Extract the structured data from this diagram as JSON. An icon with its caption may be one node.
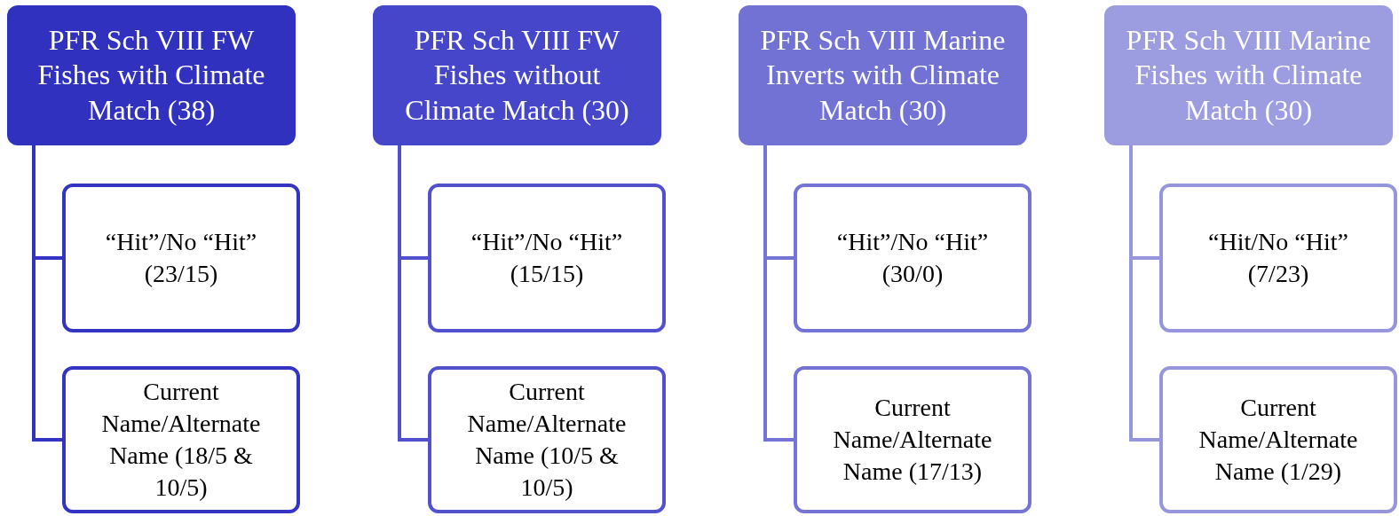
{
  "diagram": {
    "nodes": [
      {
        "text": [
          "PFR Sch VIII FW Fishes with Climate Match (38)"
        ]
      },
      {
        "text": [
          "“Hit”/No “Hit” (23/15)"
        ]
      },
      {
        "text": [
          "Current Name/Alternate Name (18/5 & 10/5)"
        ]
      },
      {
        "text": [
          "PFR Sch VIII FW Fishes without Climate Match (30)"
        ]
      },
      {
        "text": [
          "“Hit”/No “Hit” (15/15)"
        ]
      },
      {
        "text": [
          "Current Name/Alternate Name (10/5 & 10/5)"
        ]
      },
      {
        "text": [
          "PFR Sch VIII Marine Inverts with Climate Match (30)"
        ]
      },
      {
        "text": [
          "“Hit”/No “Hit” (30/0)"
        ]
      },
      {
        "text": [
          "Current Name/Alternate Name (17/13)"
        ]
      },
      {
        "text": [
          "PFR Sch VIII Marine Fishes with Climate Match (30)"
        ]
      },
      {
        "text": [
          "“Hit/No “Hit” (7/23)"
        ]
      },
      {
        "text": [
          "Current Name/Alternate Name (1/29)"
        ]
      }
    ],
    "edges": [
      {
        "from": 0,
        "to": 1,
        "arrow": "none",
        "color": "#3434c2"
      },
      {
        "from": 0,
        "to": 2,
        "arrow": "none",
        "color": "#3434c2"
      },
      {
        "from": 3,
        "to": 4,
        "arrow": "none",
        "color": "#5151d0"
      },
      {
        "from": 3,
        "to": 5,
        "arrow": "none",
        "color": "#5151d0"
      },
      {
        "from": 6,
        "to": 7,
        "arrow": "none",
        "color": "#7474d6"
      },
      {
        "from": 6,
        "to": 8,
        "arrow": "none",
        "color": "#7474d6"
      },
      {
        "from": 9,
        "to": 10,
        "arrow": "none",
        "color": "#9696dd"
      },
      {
        "from": 9,
        "to": 11,
        "arrow": "none",
        "color": "#9696dd"
      }
    ]
  }
}
